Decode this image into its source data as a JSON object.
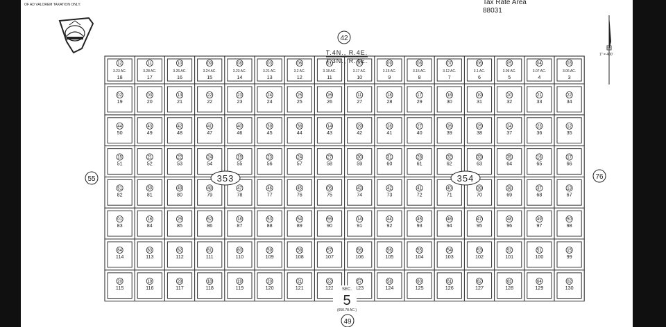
{
  "header": {
    "note": "OF AD VALOREM TAXATION ONLY.",
    "tax_rate_area_label": "Tax Rate Area",
    "tax_rate_area_code": "88031"
  },
  "scale": "1\" = 400'",
  "township_top": "T.4N., R.4E.",
  "township_bottom": "T.3N., R.4E.",
  "section": {
    "label": "SEC.",
    "number": "5",
    "acres": "(650.78 AC.)"
  },
  "map_pages": {
    "top": "42",
    "left": "55",
    "right": "76",
    "bottom": "49"
  },
  "blocks": {
    "left": "353",
    "right": "354"
  },
  "lots": [
    {
      "r": 0,
      "c": 0,
      "p": "12",
      "l": "18",
      "a": "3.23 AC."
    },
    {
      "r": 0,
      "c": 1,
      "p": "11",
      "l": "17",
      "a": "3.28 AC."
    },
    {
      "r": 0,
      "c": 2,
      "p": "10",
      "l": "16",
      "a": "3.26 AC."
    },
    {
      "r": 0,
      "c": 3,
      "p": "09",
      "l": "15",
      "a": "3.24 AC."
    },
    {
      "r": 0,
      "c": 4,
      "p": "08",
      "l": "14",
      "a": "3.23 AC."
    },
    {
      "r": 0,
      "c": 5,
      "p": "03",
      "l": "13",
      "a": "3.21 AC."
    },
    {
      "r": 0,
      "c": 6,
      "p": "06",
      "l": "12",
      "a": "3.2 AC."
    },
    {
      "r": 0,
      "c": 7,
      "p": "21",
      "l": "11",
      "a": "3.18 AC."
    },
    {
      "r": 0,
      "c": 8,
      "p": "20",
      "l": "10",
      "a": "3.17 AC."
    },
    {
      "r": 0,
      "c": 9,
      "p": "09",
      "l": "9",
      "a": "3.15 AC."
    },
    {
      "r": 0,
      "c": 10,
      "p": "08",
      "l": "8",
      "a": "3.15 AC."
    },
    {
      "r": 0,
      "c": 11,
      "p": "07",
      "l": "7",
      "a": "3.12 AC."
    },
    {
      "r": 0,
      "c": 12,
      "p": "06",
      "l": "6",
      "a": "3.1 AC."
    },
    {
      "r": 0,
      "c": 13,
      "p": "05",
      "l": "5",
      "a": "3.09 AC."
    },
    {
      "r": 0,
      "c": 14,
      "p": "04",
      "l": "4",
      "a": "3.07 AC."
    },
    {
      "r": 0,
      "c": 15,
      "p": "03",
      "l": "3",
      "a": "3.06 AC."
    },
    {
      "r": 1,
      "c": 0,
      "p": "02",
      "l": "19"
    },
    {
      "r": 1,
      "c": 1,
      "p": "03",
      "l": "20"
    },
    {
      "r": 1,
      "c": 2,
      "p": "13",
      "l": "21"
    },
    {
      "r": 1,
      "c": 3,
      "p": "22",
      "l": "22"
    },
    {
      "r": 1,
      "c": 4,
      "p": "23",
      "l": "23"
    },
    {
      "r": 1,
      "c": 5,
      "p": "24",
      "l": "24"
    },
    {
      "r": 1,
      "c": 6,
      "p": "25",
      "l": "25"
    },
    {
      "r": 1,
      "c": 7,
      "p": "26",
      "l": "26"
    },
    {
      "r": 1,
      "c": 8,
      "p": "11",
      "l": "27"
    },
    {
      "r": 1,
      "c": 9,
      "p": "18",
      "l": "28"
    },
    {
      "r": 1,
      "c": 10,
      "p": "17",
      "l": "29"
    },
    {
      "r": 1,
      "c": 11,
      "p": "18",
      "l": "30"
    },
    {
      "r": 1,
      "c": 12,
      "p": "19",
      "l": "31"
    },
    {
      "r": 1,
      "c": 13,
      "p": "20",
      "l": "32"
    },
    {
      "r": 1,
      "c": 14,
      "p": "21",
      "l": "33"
    },
    {
      "r": 1,
      "c": 15,
      "p": "22",
      "l": "34"
    },
    {
      "r": 2,
      "c": 0,
      "p": "44",
      "l": "50"
    },
    {
      "r": 2,
      "c": 1,
      "p": "43",
      "l": "49"
    },
    {
      "r": 2,
      "c": 2,
      "p": "42",
      "l": "48"
    },
    {
      "r": 2,
      "c": 3,
      "p": "41",
      "l": "47"
    },
    {
      "r": 2,
      "c": 4,
      "p": "40",
      "l": "46"
    },
    {
      "r": 2,
      "c": 5,
      "p": "39",
      "l": "45"
    },
    {
      "r": 2,
      "c": 6,
      "p": "38",
      "l": "44"
    },
    {
      "r": 2,
      "c": 7,
      "p": "14",
      "l": "43"
    },
    {
      "r": 2,
      "c": 8,
      "p": "29",
      "l": "42"
    },
    {
      "r": 2,
      "c": 9,
      "p": "28",
      "l": "41"
    },
    {
      "r": 2,
      "c": 10,
      "p": "27",
      "l": "40"
    },
    {
      "r": 2,
      "c": 11,
      "p": "26",
      "l": "39"
    },
    {
      "r": 2,
      "c": 12,
      "p": "25",
      "l": "38"
    },
    {
      "r": 2,
      "c": 13,
      "p": "24",
      "l": "37"
    },
    {
      "r": 2,
      "c": 14,
      "p": "23",
      "l": "36"
    },
    {
      "r": 2,
      "c": 15,
      "p": "12",
      "l": "35"
    },
    {
      "r": 3,
      "c": 0,
      "p": "15",
      "l": "51"
    },
    {
      "r": 3,
      "c": 1,
      "p": "21",
      "l": "52"
    },
    {
      "r": 3,
      "c": 2,
      "p": "22",
      "l": "53"
    },
    {
      "r": 3,
      "c": 3,
      "p": "24",
      "l": "54"
    },
    {
      "r": 3,
      "c": 4,
      "p": "19",
      "l": "55"
    },
    {
      "r": 3,
      "c": 5,
      "p": "23",
      "l": "56"
    },
    {
      "r": 3,
      "c": 6,
      "p": "24",
      "l": "57"
    },
    {
      "r": 3,
      "c": 7,
      "p": "27",
      "l": "58"
    },
    {
      "r": 3,
      "c": 8,
      "p": "30",
      "l": "59"
    },
    {
      "r": 3,
      "c": 9,
      "p": "31",
      "l": "60"
    },
    {
      "r": 3,
      "c": 10,
      "p": "28",
      "l": "61"
    },
    {
      "r": 3,
      "c": 11,
      "p": "32",
      "l": "62"
    },
    {
      "r": 3,
      "c": 12,
      "p": "33",
      "l": "63"
    },
    {
      "r": 3,
      "c": 13,
      "p": "35",
      "l": "64"
    },
    {
      "r": 3,
      "c": 14,
      "p": "16",
      "l": "65"
    },
    {
      "r": 3,
      "c": 15,
      "p": "17",
      "l": "66"
    },
    {
      "r": 4,
      "c": 0,
      "p": "51",
      "l": "82"
    },
    {
      "r": 4,
      "c": 1,
      "p": "50",
      "l": "81"
    },
    {
      "r": 4,
      "c": 2,
      "p": "49",
      "l": "80"
    },
    {
      "r": 4,
      "c": 3,
      "p": "48",
      "l": "79"
    },
    {
      "r": 4,
      "c": 4,
      "p": "47",
      "l": "78"
    },
    {
      "r": 4,
      "c": 5,
      "p": "46",
      "l": "77"
    },
    {
      "r": 4,
      "c": 6,
      "p": "45",
      "l": "76"
    },
    {
      "r": 4,
      "c": 7,
      "p": "05",
      "l": "75"
    },
    {
      "r": 4,
      "c": 8,
      "p": "43",
      "l": "74"
    },
    {
      "r": 4,
      "c": 9,
      "p": "42",
      "l": "73"
    },
    {
      "r": 4,
      "c": 10,
      "p": "41",
      "l": "72"
    },
    {
      "r": 4,
      "c": 11,
      "p": "40",
      "l": "71"
    },
    {
      "r": 4,
      "c": 12,
      "p": "39",
      "l": "70"
    },
    {
      "r": 4,
      "c": 13,
      "p": "38",
      "l": "69"
    },
    {
      "r": 4,
      "c": 14,
      "p": "37",
      "l": "68"
    },
    {
      "r": 4,
      "c": 15,
      "p": "13",
      "l": "67"
    },
    {
      "r": 5,
      "c": 0,
      "p": "01",
      "l": "83"
    },
    {
      "r": 5,
      "c": 1,
      "p": "16",
      "l": "84"
    },
    {
      "r": 5,
      "c": 2,
      "p": "25",
      "l": "85"
    },
    {
      "r": 5,
      "c": 3,
      "p": "52",
      "l": "86"
    },
    {
      "r": 5,
      "c": 4,
      "p": "18",
      "l": "87"
    },
    {
      "r": 5,
      "c": 5,
      "p": "53",
      "l": "88"
    },
    {
      "r": 5,
      "c": 6,
      "p": "54",
      "l": "89"
    },
    {
      "r": 5,
      "c": 7,
      "p": "55",
      "l": "90"
    },
    {
      "r": 5,
      "c": 8,
      "p": "14",
      "l": "91"
    },
    {
      "r": 5,
      "c": 9,
      "p": "44",
      "l": "92"
    },
    {
      "r": 5,
      "c": 10,
      "p": "45",
      "l": "93"
    },
    {
      "r": 5,
      "c": 11,
      "p": "46",
      "l": "94"
    },
    {
      "r": 5,
      "c": 12,
      "p": "47",
      "l": "95"
    },
    {
      "r": 5,
      "c": 13,
      "p": "48",
      "l": "96"
    },
    {
      "r": 5,
      "c": 14,
      "p": "49",
      "l": "97"
    },
    {
      "r": 5,
      "c": 15,
      "p": "50",
      "l": "98"
    },
    {
      "r": 6,
      "c": 0,
      "p": "64",
      "l": "114"
    },
    {
      "r": 6,
      "c": 1,
      "p": "63",
      "l": "113"
    },
    {
      "r": 6,
      "c": 2,
      "p": "62",
      "l": "112"
    },
    {
      "r": 6,
      "c": 3,
      "p": "61",
      "l": "111"
    },
    {
      "r": 6,
      "c": 4,
      "p": "60",
      "l": "110"
    },
    {
      "r": 6,
      "c": 5,
      "p": "59",
      "l": "109"
    },
    {
      "r": 6,
      "c": 6,
      "p": "58",
      "l": "108"
    },
    {
      "r": 6,
      "c": 7,
      "p": "57",
      "l": "107"
    },
    {
      "r": 6,
      "c": 8,
      "p": "56",
      "l": "106"
    },
    {
      "r": 6,
      "c": 9,
      "p": "56",
      "l": "105"
    },
    {
      "r": 6,
      "c": 10,
      "p": "55",
      "l": "104"
    },
    {
      "r": 6,
      "c": 11,
      "p": "54",
      "l": "103"
    },
    {
      "r": 6,
      "c": 12,
      "p": "53",
      "l": "102"
    },
    {
      "r": 6,
      "c": 13,
      "p": "52",
      "l": "101"
    },
    {
      "r": 6,
      "c": 14,
      "p": "51",
      "l": "100"
    },
    {
      "r": 6,
      "c": 15,
      "p": "15",
      "l": "99"
    },
    {
      "r": 7,
      "c": 0,
      "p": "20",
      "l": "115"
    },
    {
      "r": 7,
      "c": 1,
      "p": "19",
      "l": "116"
    },
    {
      "r": 7,
      "c": 2,
      "p": "29",
      "l": "117"
    },
    {
      "r": 7,
      "c": 3,
      "p": "18",
      "l": "118"
    },
    {
      "r": 7,
      "c": 4,
      "p": "19",
      "l": "119"
    },
    {
      "r": 7,
      "c": 5,
      "p": "20",
      "l": "120"
    },
    {
      "r": 7,
      "c": 6,
      "p": "21",
      "l": "121"
    },
    {
      "r": 7,
      "c": 7,
      "p": "22",
      "l": "122"
    },
    {
      "r": 7,
      "c": 8,
      "p": "57",
      "l": "123"
    },
    {
      "r": 7,
      "c": 9,
      "p": "58",
      "l": "124"
    },
    {
      "r": 7,
      "c": 10,
      "p": "60",
      "l": "125"
    },
    {
      "r": 7,
      "c": 11,
      "p": "61",
      "l": "126"
    },
    {
      "r": 7,
      "c": 12,
      "p": "62",
      "l": "127"
    },
    {
      "r": 7,
      "c": 13,
      "p": "63",
      "l": "128"
    },
    {
      "r": 7,
      "c": 14,
      "p": "64",
      "l": "129"
    },
    {
      "r": 7,
      "c": 15,
      "p": "02",
      "l": "130"
    }
  ]
}
